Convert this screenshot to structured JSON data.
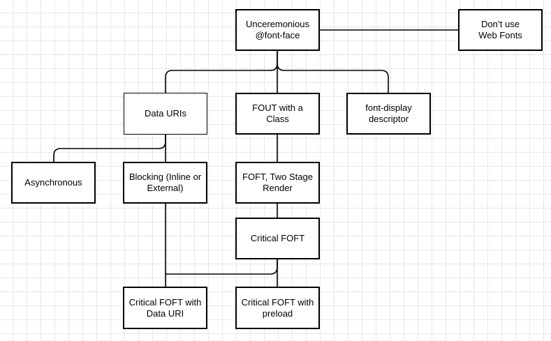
{
  "diagram": {
    "nodes": [
      {
        "id": "unceremonious",
        "label": "Unceremonious\n@font-face"
      },
      {
        "id": "dont-use-web-fonts",
        "label": "Don’t use\nWeb Fonts"
      },
      {
        "id": "data-uris",
        "label": "Data URIs"
      },
      {
        "id": "fout-with-class",
        "label": "FOUT with a Class"
      },
      {
        "id": "font-display-descriptor",
        "label": "font-display\ndescriptor"
      },
      {
        "id": "asynchronous",
        "label": "Asynchronous"
      },
      {
        "id": "blocking",
        "label": "Blocking (Inline or\nExternal)"
      },
      {
        "id": "foft-two-stage",
        "label": "FOFT, Two Stage\nRender"
      },
      {
        "id": "critical-foft",
        "label": "Critical FOFT"
      },
      {
        "id": "critical-foft-data-uri",
        "label": "Critical FOFT with\nData URI"
      },
      {
        "id": "critical-foft-preload",
        "label": "Critical FOFT with\npreload"
      }
    ],
    "edges": [
      {
        "from": "unceremonious",
        "to": "dont-use-web-fonts"
      },
      {
        "from": "unceremonious",
        "to": "data-uris"
      },
      {
        "from": "unceremonious",
        "to": "fout-with-class"
      },
      {
        "from": "unceremonious",
        "to": "font-display-descriptor"
      },
      {
        "from": "data-uris",
        "to": "asynchronous"
      },
      {
        "from": "data-uris",
        "to": "blocking"
      },
      {
        "from": "fout-with-class",
        "to": "foft-two-stage"
      },
      {
        "from": "foft-two-stage",
        "to": "critical-foft"
      },
      {
        "from": "critical-foft",
        "to": "critical-foft-preload"
      },
      {
        "from": "critical-foft",
        "to": "critical-foft-data-uri"
      },
      {
        "from": "blocking",
        "to": "critical-foft-data-uri"
      }
    ]
  }
}
